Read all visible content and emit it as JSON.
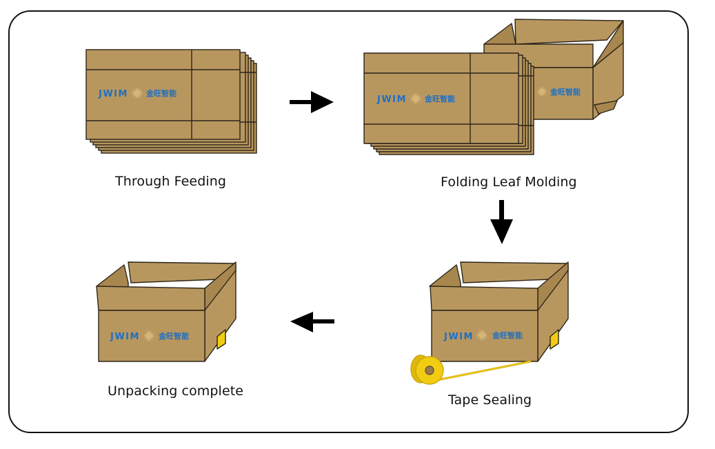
{
  "diagram": {
    "title": "Carton unpacking process",
    "colors": {
      "cardboard": "#b8975f",
      "cardboard_dark": "#a8874f",
      "outline": "#2b2418",
      "logo_blue": "#1f6fc0",
      "tape_yellow": "#f2cc12",
      "arrow": "#000000"
    },
    "logo": {
      "en": "JWIM",
      "cn": "金旺智能"
    },
    "steps": [
      {
        "id": 1,
        "label": "Through Feeding"
      },
      {
        "id": 2,
        "label": "Folding Leaf Molding"
      },
      {
        "id": 3,
        "label": "Tape Sealing"
      },
      {
        "id": 4,
        "label": "Unpacking complete"
      }
    ],
    "arrows": [
      {
        "from": 1,
        "to": 2,
        "direction": "right"
      },
      {
        "from": 2,
        "to": 3,
        "direction": "down"
      },
      {
        "from": 3,
        "to": 4,
        "direction": "left"
      }
    ]
  }
}
